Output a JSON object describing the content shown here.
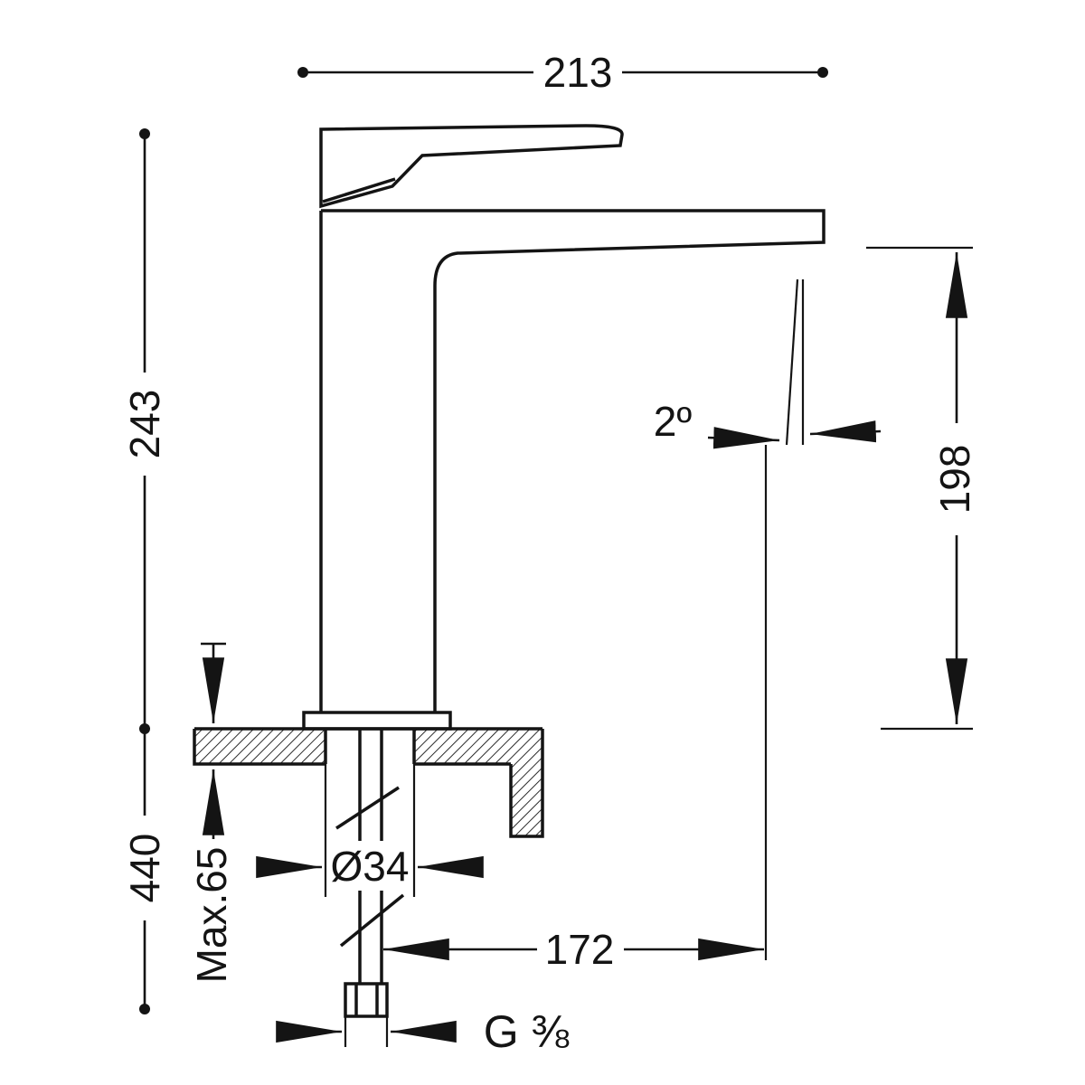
{
  "page": {
    "background": "#ffffff",
    "ink_color": "#141414"
  },
  "labels": {
    "width_overall": "213",
    "body_height": "243",
    "total_height_below": "440",
    "counter_thickness": "Max.65",
    "hole_diameter": "Ø34",
    "spout_reach": "172",
    "outlet_height": "198",
    "spout_angle": "2º",
    "thread_size": "G ⅜"
  }
}
